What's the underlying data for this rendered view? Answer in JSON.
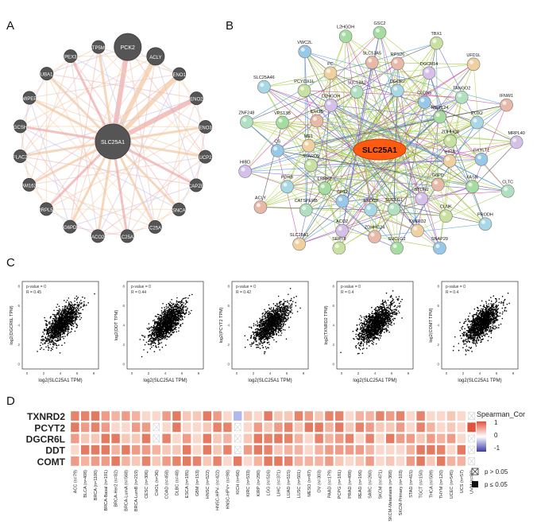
{
  "panel_labels": {
    "a": "A",
    "b": "B",
    "c": "C",
    "d": "D"
  },
  "panel_a": {
    "center": "SLC25A1",
    "nodes": [
      "PCK2",
      "ACLY",
      "ENO1",
      "ENO2",
      "ENO3",
      "UCP2",
      "CAPZB",
      "SNCA",
      "SLC25A20",
      "SLC25A10",
      "ACO2",
      "G6PD",
      "MRPL58",
      "FAM162A",
      "FLAC2",
      "GCSH",
      "MIPEP",
      "TUBA1A",
      "PEX3",
      "ATP5MF"
    ]
  },
  "panel_b": {
    "center": "SLC25A1",
    "nodes": [
      "GSC2",
      "RPS26",
      "DGCR2",
      "TBX1",
      "DGCR14",
      "CLDN5",
      "UFD1L",
      "TANGO2",
      "MRPL24",
      "IFNW1",
      "POX2",
      "ZDHHC8",
      "MRPL40",
      "GXYLT1",
      "HIRA",
      "CLTC",
      "FASN",
      "G6PD",
      "PRODH",
      "CLNK",
      "STON2",
      "SNAP29",
      "TXNRD2",
      "SUCLG1",
      "SUCLG2",
      "ZDHHC24",
      "EXOC2",
      "SEPT8",
      "ACO2",
      "CPT2",
      "SLC28A1",
      "CATSPERB",
      "LRRK2",
      "ACLY",
      "PDHB",
      "STARD9",
      "HIBD",
      "CS",
      "ME1",
      "ZNF248",
      "VPS13B",
      "IDH3B",
      "SLC25A46",
      "PCYOX1L",
      "D2HGDH",
      "VWC2L",
      "PC",
      "SLC13A2",
      "L2HGDH",
      "SLC13A5"
    ]
  },
  "panel_c": {
    "plots": [
      {
        "xlabel": "log2(SLC25A1 TPM)",
        "ylabel": "log2(DGCR6L TPM)",
        "pvalue": "p-value = 0",
        "r": "R = 0.45"
      },
      {
        "xlabel": "log2(SLC25A1 TPM)",
        "ylabel": "log2(DDT TPM)",
        "pvalue": "p-value = 0",
        "r": "R = 0.44"
      },
      {
        "xlabel": "log2(SLC25A1 TPM)",
        "ylabel": "log2(PCYT2 TPM)",
        "pvalue": "p-value = 0",
        "r": "R = 0.42"
      },
      {
        "xlabel": "log2(SLC25A1 TPM)",
        "ylabel": "log2(TXNRD2 TPM)",
        "pvalue": "p-value = 0",
        "r": "R = 0.4"
      },
      {
        "xlabel": "log2(SLC25A1 TPM)",
        "ylabel": "log2(COMT TPM)",
        "pvalue": "p-value = 0",
        "r": "R = 0.4"
      }
    ]
  },
  "chart_data": {
    "type": "heatmap",
    "title": "",
    "rows": [
      "TXNRD2",
      "PCYT2",
      "DGCR6L",
      "DDT",
      "COMT"
    ],
    "columns": [
      "ACC (n=79)",
      "BLCA (n=408)",
      "BRCA (n=1100)",
      "BRCA-Basal (n=191)",
      "BRCA-Her2 (n=82)",
      "BRCA-LumA (n=568)",
      "BRCA-LumB (n=219)",
      "CESC (n=306)",
      "CHOL (n=36)",
      "COAD (n=458)",
      "DLBC (n=48)",
      "ESCA (n=185)",
      "GBM (n=153)",
      "HNSC (n=522)",
      "HNSC-HPV- (n=422)",
      "HNSC-HPV+ (n=98)",
      "KICH (n=66)",
      "KIRC (n=533)",
      "KIRP (n=290)",
      "LGG (n=516)",
      "LIHC (n=371)",
      "LUAD (n=515)",
      "LUSC (n=501)",
      "MESO (n=87)",
      "OV (n=303)",
      "PAAD (n=179)",
      "PCPG (n=181)",
      "PRAD (n=498)",
      "READ (n=166)",
      "SARC (n=260)",
      "SKCM (n=471)",
      "SKCM-Metastasis (n=368)",
      "SKCM-Primary (n=103)",
      "STAD (n=415)",
      "TGCT (n=150)",
      "THCA (n=509)",
      "THYM (n=120)",
      "UCEC (n=545)",
      "UCS (n=57)",
      "UVM (n=80)"
    ],
    "legend_title": "Spearman_Cor",
    "legend_ticks": [
      "1",
      "0",
      "-1"
    ],
    "significance_legend": [
      "p > 0.05",
      "p ≤ 0.05"
    ]
  }
}
